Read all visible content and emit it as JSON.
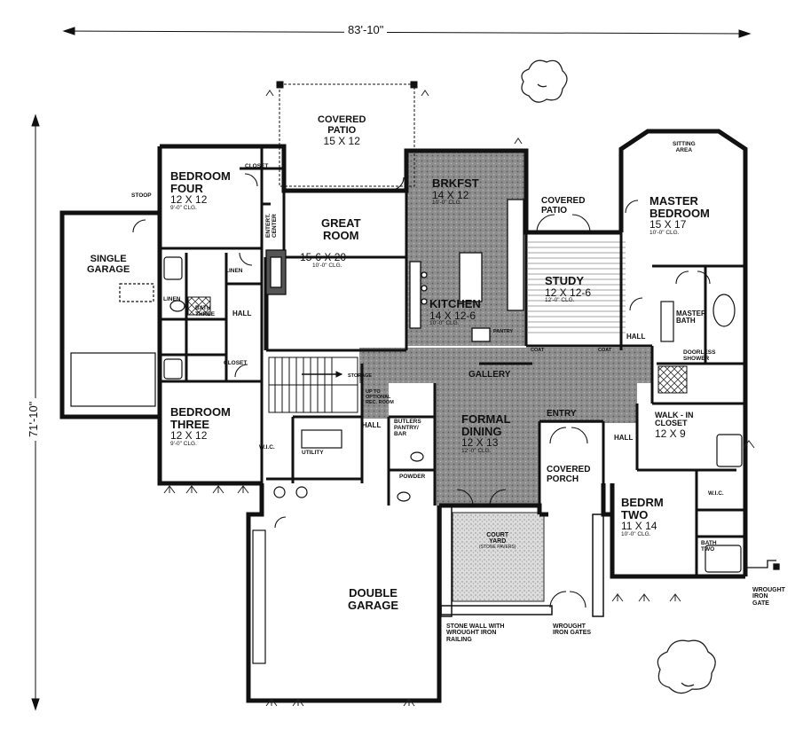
{
  "overall": {
    "width": "83'-10\"",
    "depth": "71'-10\""
  },
  "rooms": {
    "covered_patio_rear": {
      "name": "COVERED\nPATIO",
      "size": "15 X 12"
    },
    "bedroom_four": {
      "name": "BEDROOM\nFOUR",
      "size": "12 X 12",
      "ceiling": "9'-0\" CLG."
    },
    "closet_top": {
      "name": "CLOSET"
    },
    "stoop": {
      "name": "STOOP"
    },
    "single_garage": {
      "name": "SINGLE\nGARAGE"
    },
    "entertainment_center": {
      "name": "ENTERT.\nCENTER"
    },
    "great_room": {
      "name": "GREAT\nROOM",
      "size": "15-6 X 20",
      "ceiling": "10'-0\" CLG."
    },
    "linen1": {
      "name": "LINEN"
    },
    "linen2": {
      "name": "LINEN"
    },
    "bath_three": {
      "name": "BATH\nTHREE"
    },
    "hall_left": {
      "name": "HALL"
    },
    "closet_mid": {
      "name": "CLOSET"
    },
    "bedroom_three": {
      "name": "BEDROOM\nTHREE",
      "size": "12 X 12",
      "ceiling": "9'-0\" CLG."
    },
    "wic_left": {
      "name": "W.I.C."
    },
    "utility": {
      "name": "UTILITY"
    },
    "storage": {
      "name": "STORAGE"
    },
    "up_rec_room": {
      "name": "UP TO\nOPTIONAL\nREC. ROOM"
    },
    "hall_center": {
      "name": "HALL"
    },
    "butlers": {
      "name": "BUTLERS\nPANTRY/\nBAR"
    },
    "powder": {
      "name": "POWDER"
    },
    "brkfst": {
      "name": "BRKFST",
      "size": "14 X 12",
      "ceiling": "10'-0\" CLG."
    },
    "kitchen": {
      "name": "KITCHEN",
      "size": "14 X 12-6",
      "ceiling": "10'-0\" CLG."
    },
    "pantry": {
      "name": "PANTRY"
    },
    "gallery": {
      "name": "GALLERY"
    },
    "formal_dining": {
      "name": "FORMAL\nDINING",
      "size": "12 X 13",
      "ceiling": "12'-0\" CLG."
    },
    "entry": {
      "name": "ENTRY"
    },
    "coat1": {
      "name": "COAT"
    },
    "coat2": {
      "name": "COAT"
    },
    "covered_patio_mid": {
      "name": "COVERED\nPATIO"
    },
    "study": {
      "name": "STUDY",
      "size": "12 X 12-6",
      "ceiling": "12'-0\" CLG."
    },
    "sitting_area": {
      "name": "SITTING\nAREA"
    },
    "master_bedroom": {
      "name": "MASTER\nBEDROOM",
      "size": "15 X 17",
      "ceiling": "10'-0\" CLG."
    },
    "master_bath": {
      "name": "MASTER\nBATH"
    },
    "hall_right": {
      "name": "HALL"
    },
    "doorless_shower": {
      "name": "DOORLESS\nSHOWER"
    },
    "walk_in_closet": {
      "name": "WALK - IN\nCLOSET",
      "size": "12 X 9"
    },
    "hall_right2": {
      "name": "HALL"
    },
    "covered_porch": {
      "name": "COVERED\nPORCH"
    },
    "bedrm_two": {
      "name": "BEDRM\nTWO",
      "size": "11 X 14",
      "ceiling": "10'-0\" CLG."
    },
    "wic_right": {
      "name": "W.I.C."
    },
    "bath_two": {
      "name": "BATH\nTWO"
    },
    "court_yard": {
      "name": "COURT\nYARD",
      "note": "(STONE PAVERS)"
    },
    "double_garage": {
      "name": "DOUBLE\nGARAGE"
    }
  },
  "notes": {
    "stone_wall": "STONE WALL WITH\nWROUGHT IRON\nRAILING",
    "wrought_gates": "WROUGHT\nIRON GATES",
    "wrought_gate": "WROUGHT\nIRON\nGATE"
  }
}
